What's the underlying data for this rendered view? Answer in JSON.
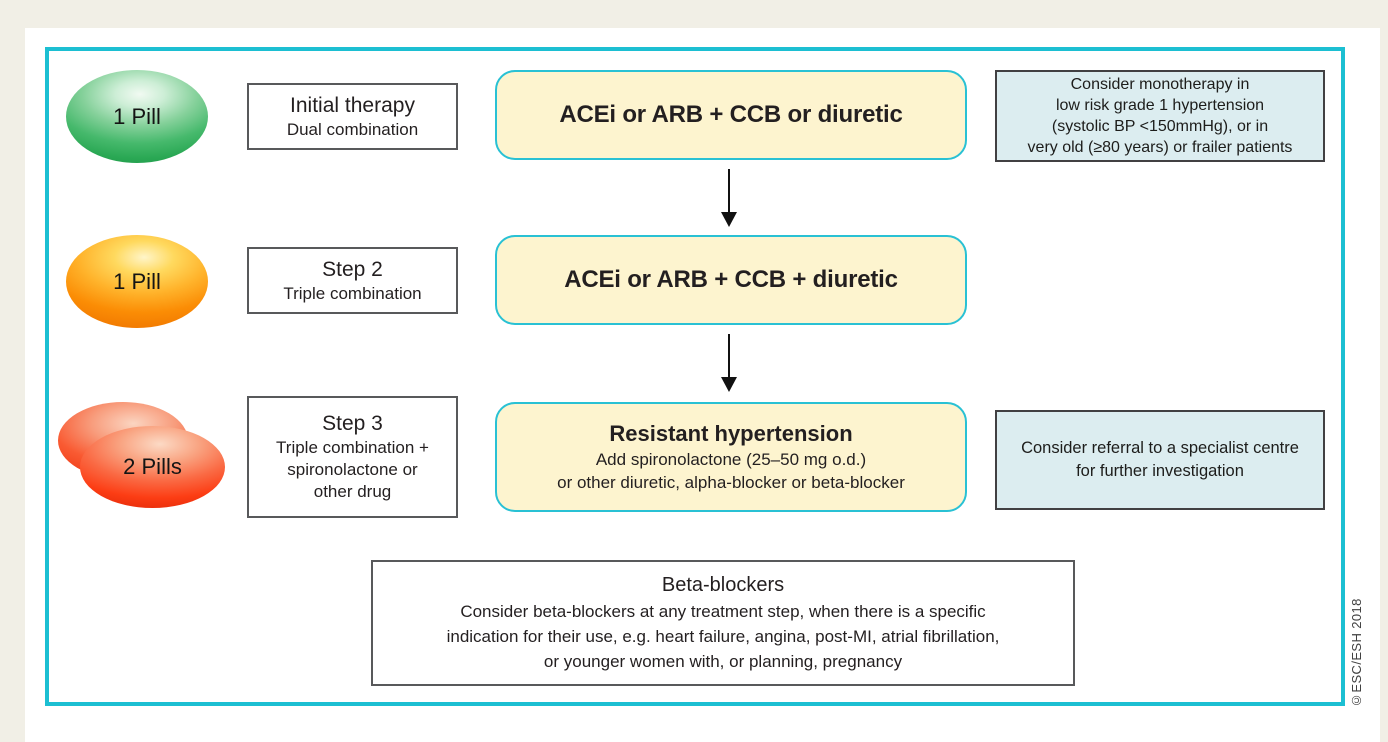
{
  "page": {
    "copyright": "©ESC/ESH 2018"
  },
  "colors": {
    "frame_cyan": "#1cbfd2",
    "canvas_cream": "#f1efe6",
    "therapy_fill": "#fdf4cf",
    "therapy_border": "#29c1d4",
    "note_fill": "#dcedf0",
    "pill_green": "#2aa854",
    "pill_orange": "#fb8d05",
    "pill_red": "#fc3d14"
  },
  "rows": [
    {
      "pill": {
        "label": "1 Pill",
        "color": "green",
        "count": 1
      },
      "step": {
        "title": "Initial therapy",
        "lines": [
          "Dual combination"
        ]
      },
      "therapy": {
        "title": "ACEi or ARB + CCB or diuretic"
      },
      "note": {
        "lines": [
          "Consider monotherapy in",
          "low risk grade 1 hypertension",
          "(systolic BP <150mmHg), or in",
          "very old (≥80 years) or frailer patients"
        ]
      }
    },
    {
      "pill": {
        "label": "1 Pill",
        "color": "orange",
        "count": 1
      },
      "step": {
        "title": "Step 2",
        "lines": [
          "Triple combination"
        ]
      },
      "therapy": {
        "title": "ACEi or ARB + CCB + diuretic"
      }
    },
    {
      "pill": {
        "label": "2 Pills",
        "color": "red",
        "count": 2
      },
      "step": {
        "title": "Step 3",
        "lines": [
          "Triple combination +",
          "spironolactone or",
          "other drug"
        ]
      },
      "therapy": {
        "title": "Resistant hypertension",
        "lines": [
          "Add spironolactone (25–50 mg o.d.)",
          "or other diuretic, alpha-blocker or beta-blocker"
        ]
      },
      "note": {
        "lines": [
          "Consider referral to a specialist centre",
          "for further investigation"
        ]
      }
    }
  ],
  "beta_box": {
    "title": "Beta-blockers",
    "lines": [
      "Consider beta-blockers at any treatment step, when there is a specific",
      "indication for their use, e.g. heart failure, angina, post-MI, atrial fibrillation,",
      "or younger women with, or planning, pregnancy"
    ]
  }
}
